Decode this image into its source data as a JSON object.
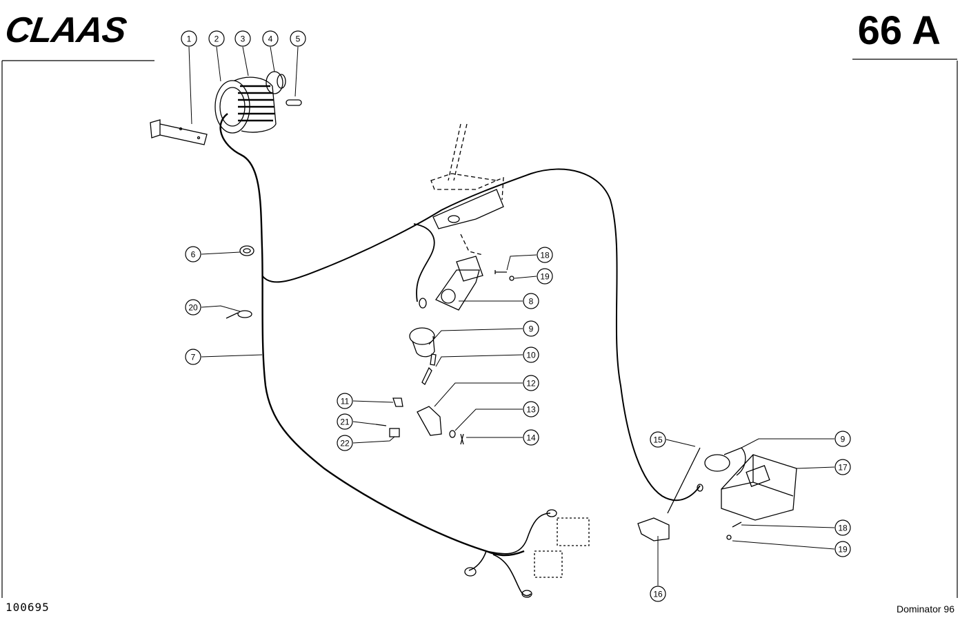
{
  "header": {
    "brand": "CLAAS",
    "page_number": "66 A"
  },
  "footer": {
    "drawing_number": "100695",
    "model": "Dominator 96"
  },
  "callouts": [
    "1",
    "2",
    "3",
    "4",
    "5",
    "6",
    "7",
    "8",
    "9",
    "10",
    "11",
    "12",
    "13",
    "14",
    "15",
    "16",
    "17",
    "18",
    "19",
    "20",
    "21",
    "22",
    "18",
    "19",
    "9"
  ]
}
